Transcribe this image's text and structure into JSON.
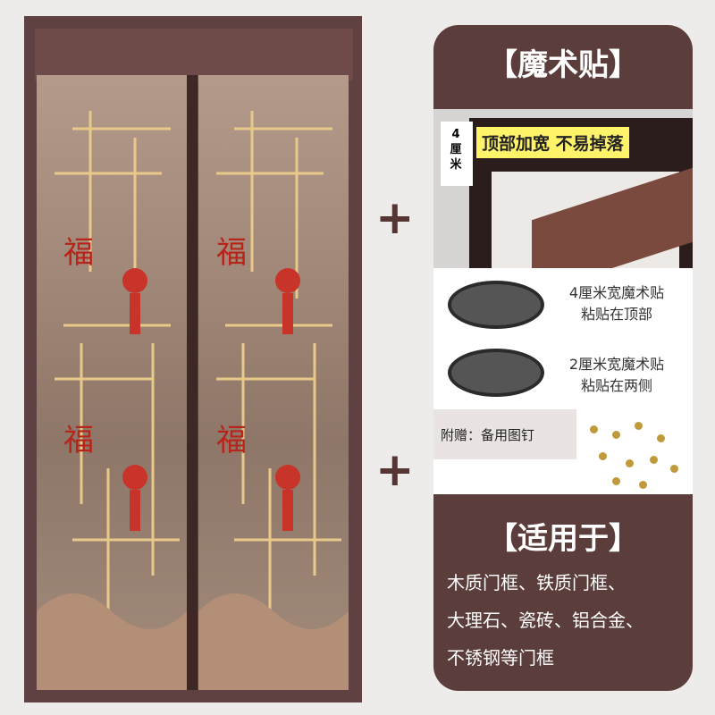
{
  "header": {
    "title": "【魔术贴】"
  },
  "photo": {
    "tag": "4厘米",
    "label": "顶部加宽 不易掉落"
  },
  "tapes": [
    {
      "line1": "4厘米宽魔术贴",
      "line2": "粘贴在顶部"
    },
    {
      "line1": "2厘米宽魔术贴",
      "line2": "粘贴在两侧"
    }
  ],
  "nails": {
    "label": "附赠：备用图钉"
  },
  "apply": {
    "title": "【适用于】",
    "lines": [
      "木质门框、铁质门框、",
      "大理石、瓷砖、铝合金、",
      "不锈钢等门框"
    ]
  },
  "plus": [
    "+",
    "+"
  ],
  "colors": {
    "brand": "#5b3d3b",
    "highlight": "#fff36a"
  }
}
